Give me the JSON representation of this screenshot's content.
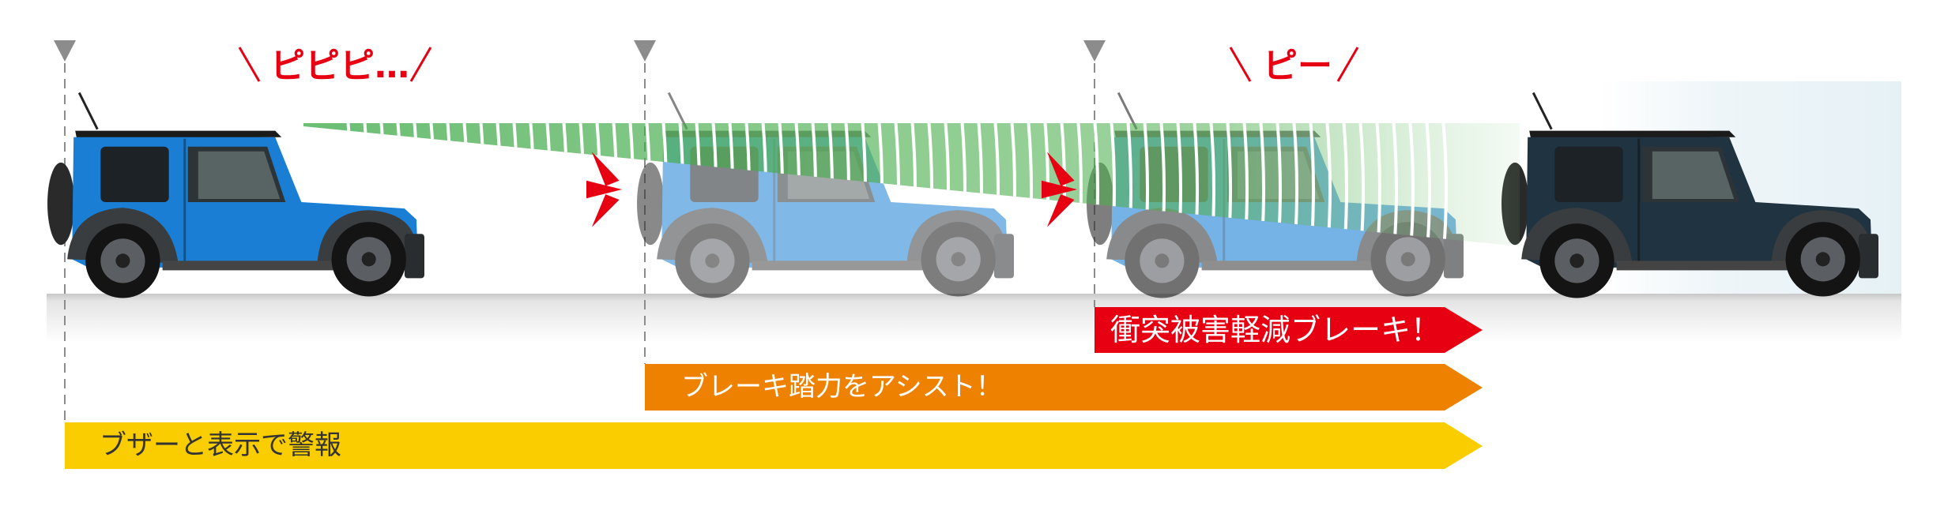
{
  "sounds": {
    "warning_beep": "ピピピ…",
    "brake_beep": "ピー"
  },
  "stages": [
    {
      "label": "ブザーと表示で警報",
      "color": "#f9cd00",
      "text_color": "#333333"
    },
    {
      "label": "ブレーキ踏力をアシスト！",
      "color": "#ee8200",
      "text_color": "#ffffff"
    },
    {
      "label": "衝突被害軽減ブレーキ！",
      "color": "#e60012",
      "text_color": "#ffffff"
    }
  ],
  "colors": {
    "car_blue": "#1a7fd4",
    "car_dark": "#1f3340",
    "beam_green": "#5cb85c",
    "alert_red": "#e60012",
    "marker_gray": "#8c8c8c"
  }
}
